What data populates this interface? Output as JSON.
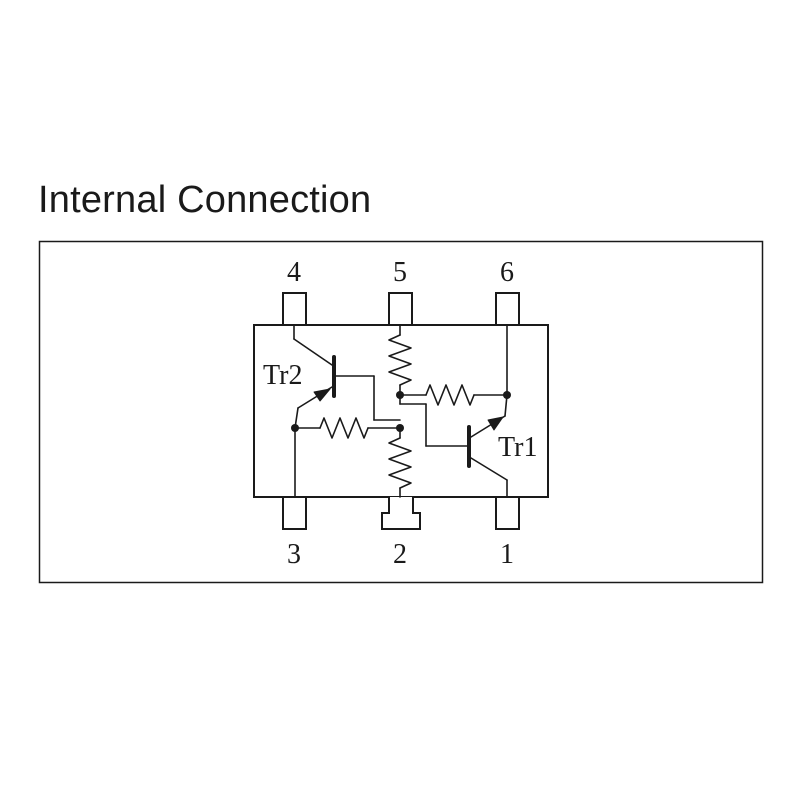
{
  "title": "Internal Connection",
  "pins": {
    "p1": "1",
    "p2": "2",
    "p3": "3",
    "p4": "4",
    "p5": "5",
    "p6": "6"
  },
  "transistors": {
    "tr1": "Tr1",
    "tr2": "Tr2"
  },
  "colors": {
    "line": "#1a1a1a",
    "background": "#ffffff"
  }
}
